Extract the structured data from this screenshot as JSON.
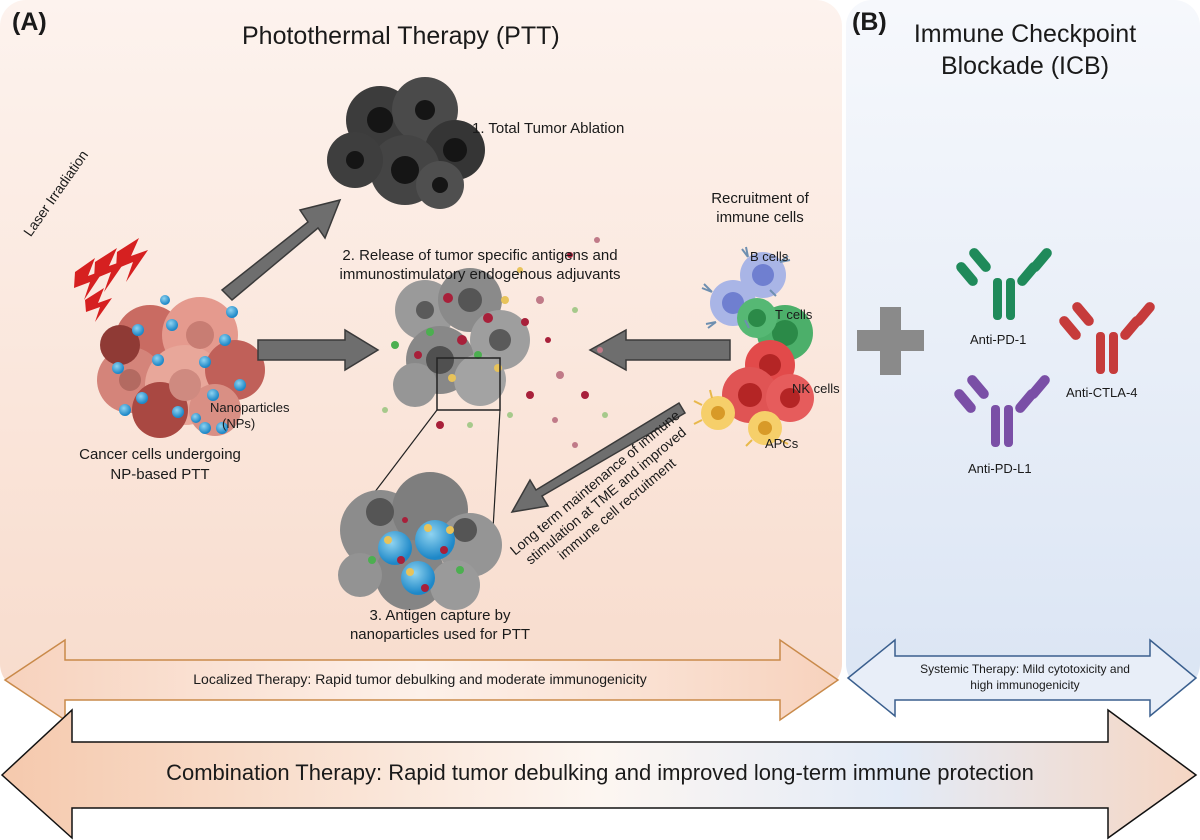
{
  "panel_a": {
    "letter": "(A)",
    "title": "Photothermal Therapy (PTT)",
    "laser": "Laser Irradiation",
    "np_label_1": "Nanoparticles",
    "np_label_2": "(NPs)",
    "cancer_caption_1": "Cancer cells undergoing",
    "cancer_caption_2": "NP-based PTT",
    "step1": "1. Total Tumor Ablation",
    "step2_1": "2. Release of tumor specific antigens and",
    "step2_2": "immunostimulatory endogenous adjuvants",
    "step3_1": "3. Antigen capture by",
    "step3_2": "nanoparticles used for PTT",
    "recruit_1": "Recruitment of",
    "recruit_2": "immune cells",
    "b_cells": "B cells",
    "t_cells": "T cells",
    "nk_cells": "NK cells",
    "apcs": "APCs",
    "maint_1": "Long term maintenance of immune",
    "maint_2": "stimulation at TME and improved",
    "maint_3": "immune cell recruitment",
    "localized": "Localized Therapy: Rapid tumor debulking and moderate immunogenicity"
  },
  "panel_b": {
    "letter": "(B)",
    "title_1": "Immune Checkpoint",
    "title_2": "Blockade (ICB)",
    "anti_pd1": "Anti-PD-1",
    "anti_pdl1": "Anti-PD-L1",
    "anti_ctla4": "Anti-CTLA-4",
    "systemic_1": "Systemic Therapy: Mild cytotoxicity and",
    "systemic_2": "high immunogenicity"
  },
  "combination": "Combination Therapy: Rapid tumor debulking and improved long-term immune protection",
  "colors": {
    "panel_a_bg": "#fbe7dc",
    "panel_b_bg": "#e6edf8",
    "arrow_gray": "#6e6e6e",
    "laser_red": "#d62020",
    "pd1_green": "#1f8a5a",
    "pdl1_purple": "#7a4fa6",
    "ctla4_red": "#c63b3b",
    "cancer_pink": "#d9867a",
    "np_blue": "#5ab4dc"
  },
  "icons": [
    "laser-bolt-icon",
    "tumor-cluster-icon",
    "antibody-icon",
    "plus-icon",
    "magnifier-box-icon"
  ]
}
